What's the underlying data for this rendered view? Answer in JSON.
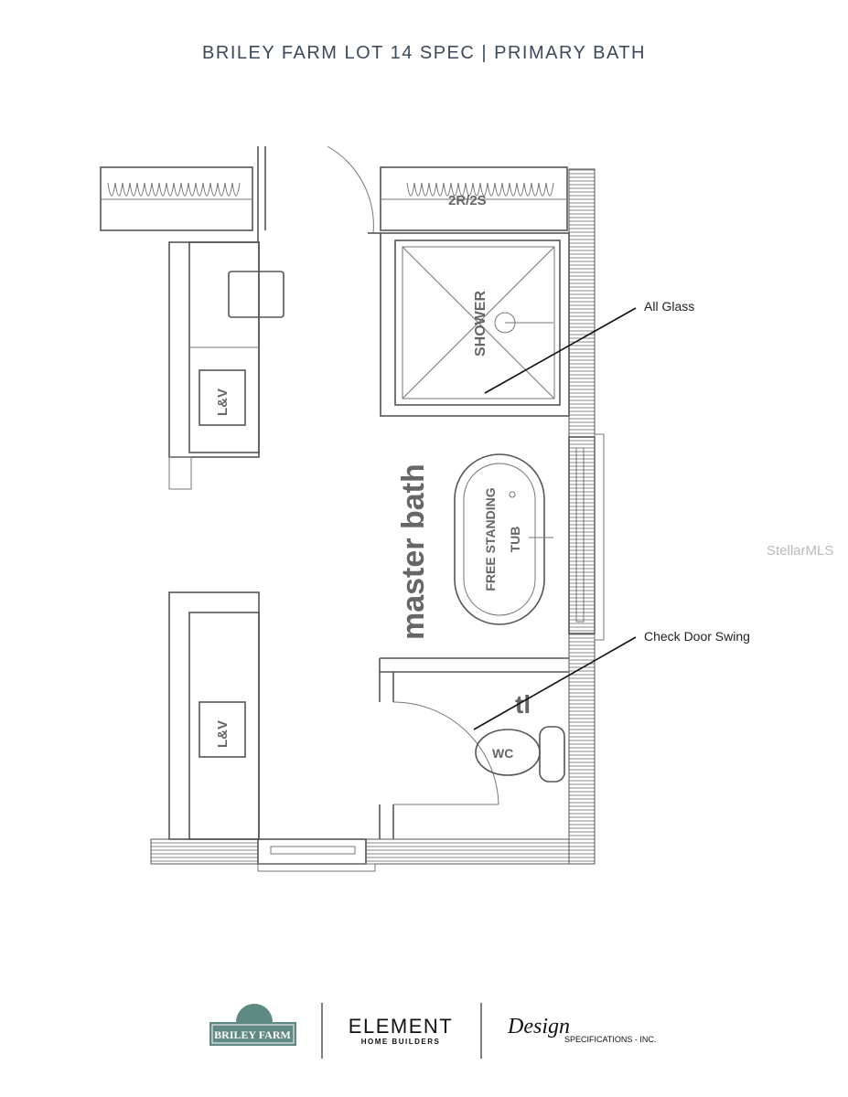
{
  "title": "BRILEY FARM LOT 14 SPEC  |  PRIMARY BATH",
  "plan": {
    "room_label": "master bath",
    "shower_label": "SHOWER",
    "closet_label": "2R/2S",
    "tub_label_1": "FREE STANDING",
    "tub_label_2": "TUB",
    "lav_upper": "L&V",
    "lav_lower": "L&V",
    "wc_label": "WC",
    "tl_label": "tl"
  },
  "annotations": {
    "all_glass": "All Glass",
    "check_door_swing": "Check Door Swing"
  },
  "watermark": "StellarMLS",
  "logos": {
    "briley": "BRILEY FARM",
    "element": "ELEMENT",
    "element_sub": "HOME BUILDERS",
    "design": "Design",
    "design_sub": "SPECIFICATIONS - INC."
  },
  "colors": {
    "title": "#3d4a5c",
    "briley_green": "#5f8a84"
  }
}
